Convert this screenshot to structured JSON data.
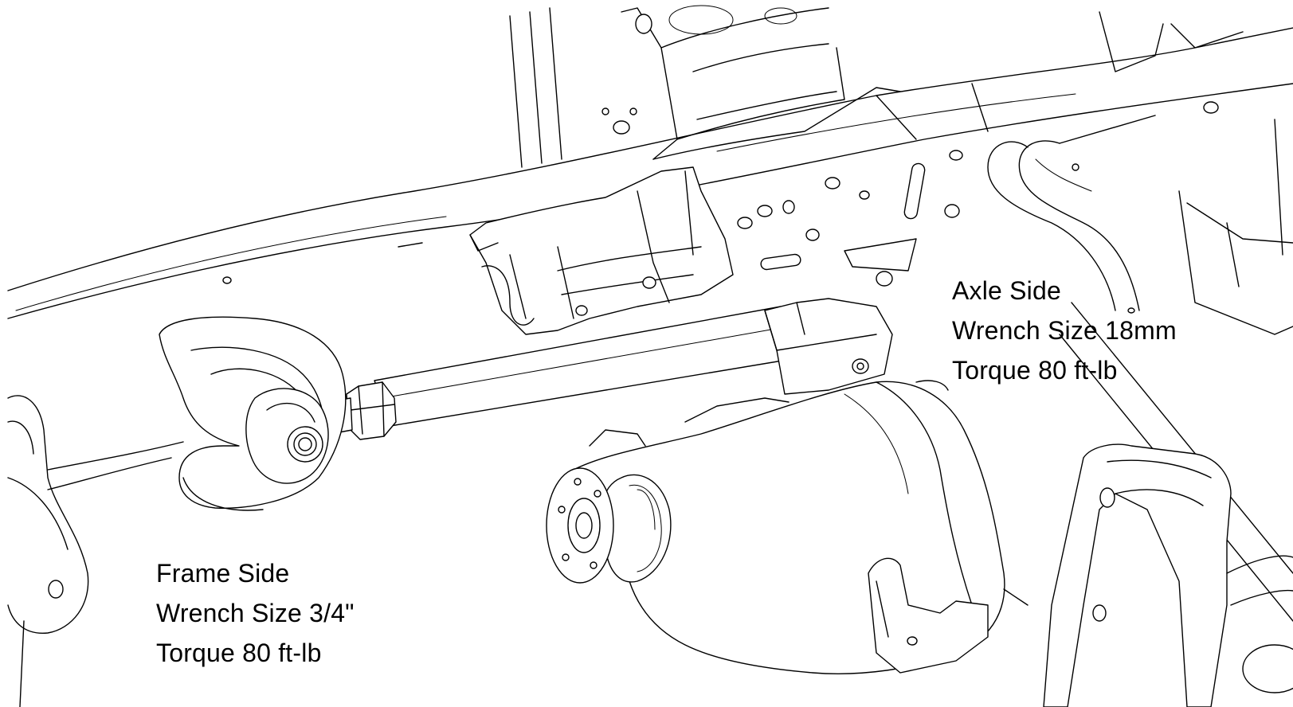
{
  "callouts": {
    "axle_side": {
      "title": "Axle Side",
      "wrench": "Wrench Size 18mm",
      "torque": "Torque 80 ft-lb"
    },
    "frame_side": {
      "title": "Frame Side",
      "wrench": "Wrench Size 3/4\"",
      "torque": "Torque 80 ft-lb"
    }
  }
}
